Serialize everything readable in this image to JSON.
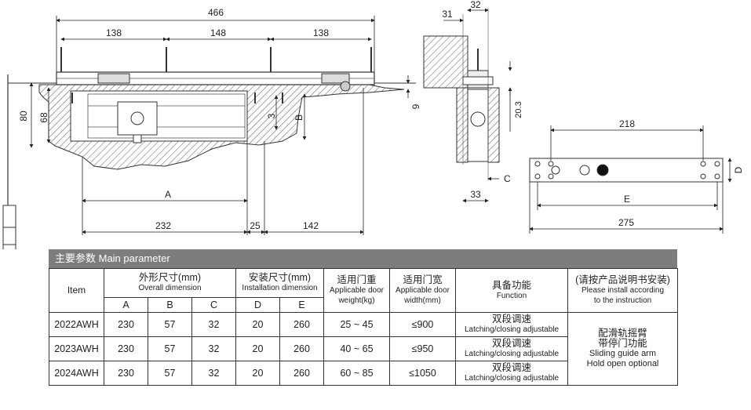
{
  "drawing": {
    "dimensions": {
      "overall_length": "466",
      "spacing_left": "138",
      "spacing_mid": "148",
      "spacing_right": "138",
      "height_80": "80",
      "height_68": "68",
      "dim_3": "3",
      "dim_B": "B",
      "dim_9": "9",
      "dim_A": "A",
      "dim_232": "232",
      "dim_25": "25",
      "dim_142": "142",
      "side_31": "31",
      "side_32": "32",
      "side_20_3": "20.3",
      "side_C": "C",
      "side_33": "33",
      "plate_218": "218",
      "plate_D": "D",
      "plate_E": "E",
      "plate_275": "275"
    }
  },
  "table": {
    "title": "主要参数 Main parameter",
    "headers": {
      "item": "Item",
      "overall_cn": "外形尺寸(mm)",
      "overall_en": "Overall dimension",
      "install_cn": "安装尺寸(mm)",
      "install_en": "Installation dimension",
      "weight_cn": "适用门重",
      "weight_en1": "Applicable door",
      "weight_en2": "weight(kg)",
      "width_cn": "适用门宽",
      "width_en1": "Applicable door",
      "width_en2": "width(mm)",
      "function_cn": "具备功能",
      "function_en": "Function",
      "note_cn": "(请按产品说明书安装)",
      "note_en1": "Please install according",
      "note_en2": "to the instruction",
      "sub": [
        "A",
        "B",
        "C",
        "D",
        "E"
      ]
    },
    "rows": [
      {
        "item": "2022AWH",
        "a": "230",
        "b": "57",
        "c": "32",
        "d": "20",
        "e": "260",
        "weight": "25 ~ 45",
        "width": "≤900",
        "func_cn": "双段调速",
        "func_en": "Latching/closing adjustable"
      },
      {
        "item": "2023AWH",
        "a": "230",
        "b": "57",
        "c": "32",
        "d": "20",
        "e": "260",
        "weight": "40 ~ 65",
        "width": "≤950",
        "func_cn": "双段调速",
        "func_en": "Latching/closing adjustable"
      },
      {
        "item": "2024AWH",
        "a": "230",
        "b": "57",
        "c": "32",
        "d": "20",
        "e": "260",
        "weight": "60 ~ 85",
        "width": "≤1050",
        "func_cn": "双段调速",
        "func_en": "Latching/closing adjustable"
      }
    ],
    "extra": {
      "cn1": "配滑轨摇臂",
      "cn2": "带停门功能",
      "en1": "Sliding guide arm",
      "en2": "Hold open optional"
    }
  }
}
